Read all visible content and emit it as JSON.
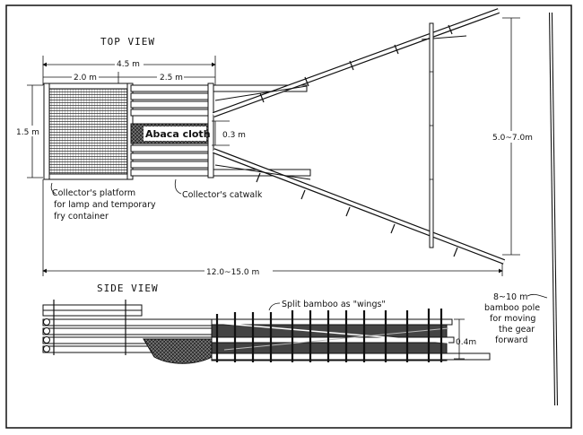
{
  "top_view": {
    "title": "TOP VIEW",
    "dim_total_width": "4.5 m",
    "dim_platform": "2.0 m",
    "dim_catwalk": "2.5 m",
    "dim_side": "1.5 m",
    "dim_gap": "0.3 m",
    "dim_span": "5.0~7.0m",
    "dim_length": "12.0~15.0 m",
    "cloth_label": "Abaca cloth",
    "platform_label_line1": "Collector's platform",
    "platform_label_line2": "for lamp and temporary",
    "platform_label_line3": "fry container",
    "catwalk_label": "Collector's catwalk"
  },
  "side_view": {
    "title": "SIDE VIEW",
    "wings_label": "Split bamboo as \"wings\"",
    "dim_height": "0.4m",
    "pole_label_line1": "8~10 m",
    "pole_label_line2": "bamboo pole",
    "pole_label_line3": "for moving",
    "pole_label_line4": "the gear",
    "pole_label_line5": "forward"
  }
}
